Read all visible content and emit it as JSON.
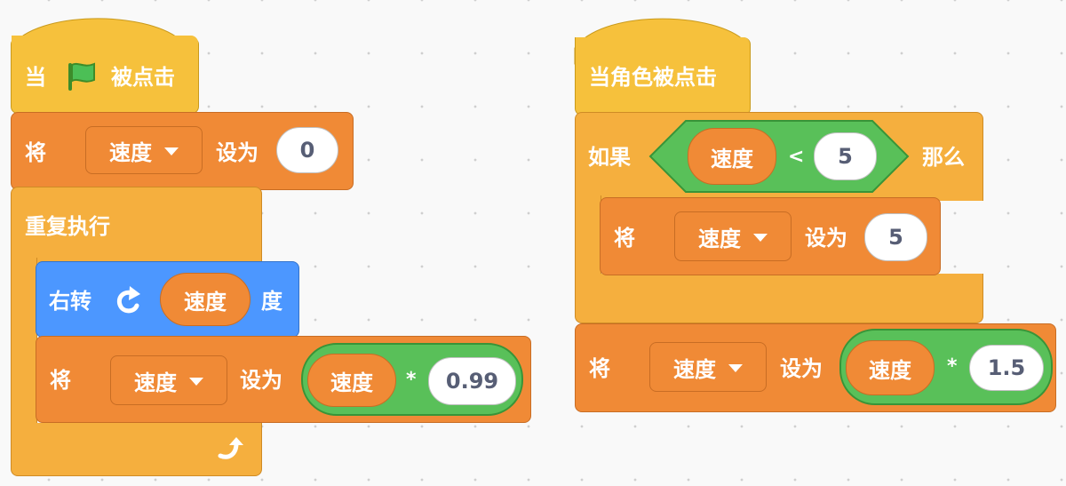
{
  "script1": {
    "hat": {
      "when": "当",
      "flag_icon": "green-flag-icon",
      "clicked": "被点击"
    },
    "set1": {
      "set": "将",
      "variable": "速度",
      "to": "设为",
      "value": "0"
    },
    "forever": {
      "label": "重复执行",
      "loop_icon": "loop-arrow-icon"
    },
    "turn": {
      "label": "右转",
      "icon": "rotate-right-icon",
      "reporter": "速度",
      "unit": "度"
    },
    "set2": {
      "set": "将",
      "variable": "速度",
      "to": "设为",
      "reporter": "速度",
      "operator": "*",
      "value": "0.99"
    }
  },
  "script2": {
    "hat": {
      "label": "当角色被点击"
    },
    "if": {
      "if_label": "如果",
      "reporter": "速度",
      "operator": "<",
      "value": "5",
      "then_label": "那么"
    },
    "set_inner": {
      "set": "将",
      "variable": "速度",
      "to": "设为",
      "value": "5"
    },
    "set_outer": {
      "set": "将",
      "variable": "速度",
      "to": "设为",
      "reporter": "速度",
      "operator": "*",
      "value": "1.5"
    }
  },
  "colors": {
    "events": "#f6c13c",
    "data": "#F08A36",
    "control": "#F5AF3E",
    "motion": "#4C97FF",
    "operators": "#59C059",
    "canvas": "#f9f9f9"
  }
}
